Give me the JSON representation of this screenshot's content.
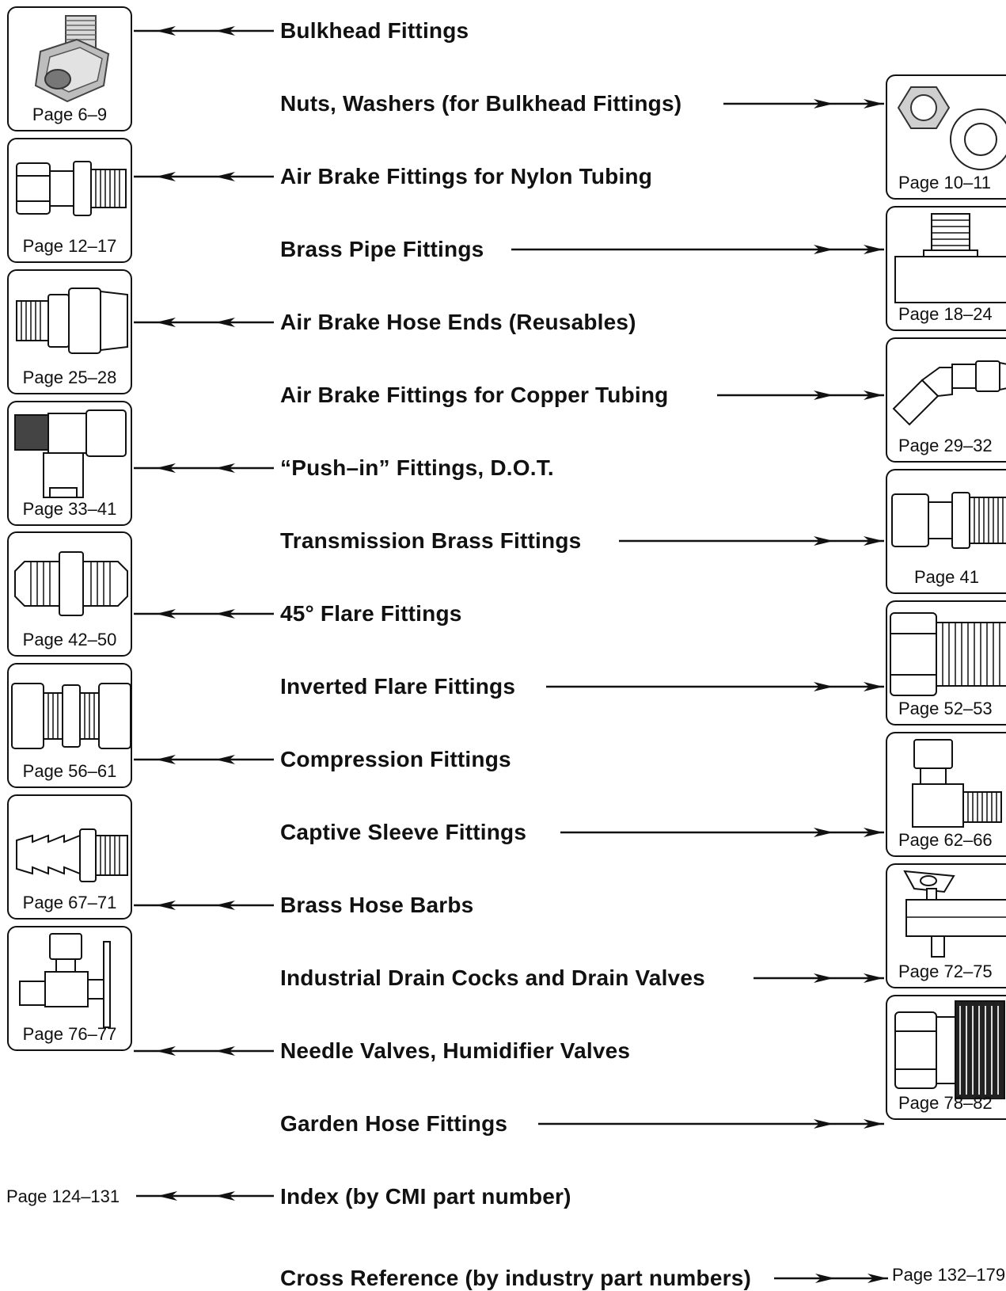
{
  "catalog_index": {
    "left_entries": [
      {
        "label": "Bulkhead Fittings",
        "page": "Page 6–9",
        "icon": "bulkhead-fitting-icon"
      },
      {
        "label": "Air Brake Fittings for Nylon Tubing",
        "page": "Page 12–17",
        "icon": "nylon-tubing-fitting-icon"
      },
      {
        "label": "Air Brake Hose Ends (Reusables)",
        "page": "Page 25–28",
        "icon": "hose-end-icon"
      },
      {
        "label": "“Push–in” Fittings, D.O.T.",
        "page": "Page 33–41",
        "icon": "push-in-fitting-icon"
      },
      {
        "label": "45° Flare Fittings",
        "page": "Page 42–50",
        "icon": "flare-fitting-icon"
      },
      {
        "label": "Compression Fittings",
        "page": "Page 56–61",
        "icon": "compression-fitting-icon"
      },
      {
        "label": "Brass Hose Barbs",
        "page": "Page 67–71",
        "icon": "hose-barb-icon"
      },
      {
        "label": "Needle Valves,  Humidifier Valves",
        "page": "Page 76–77",
        "icon": "needle-valve-icon"
      }
    ],
    "right_entries": [
      {
        "label": "Nuts, Washers (for Bulkhead Fittings)",
        "page": "Page 10–11",
        "icon": "nut-washer-icon"
      },
      {
        "label": "Brass Pipe Fittings",
        "page": "Page 18–24",
        "icon": "pipe-fitting-icon"
      },
      {
        "label": "Air Brake Fittings for Copper Tubing",
        "page": "Page 29–32",
        "icon": "copper-tubing-fitting-icon"
      },
      {
        "label": "Transmission Brass Fittings",
        "page": "Page 41",
        "icon": "transmission-fitting-icon"
      },
      {
        "label": "Inverted Flare Fittings",
        "page": "Page 52–53",
        "icon": "inverted-flare-fitting-icon"
      },
      {
        "label": "Captive Sleeve Fittings",
        "page": "Page 62–66",
        "icon": "captive-sleeve-fitting-icon"
      },
      {
        "label": "Industrial Drain Cocks and Drain Valves",
        "page": "Page 72–75",
        "icon": "drain-cock-icon"
      },
      {
        "label": "Garden Hose Fittings",
        "page": "Page 78–82",
        "icon": "garden-hose-fitting-icon"
      }
    ],
    "index": {
      "label": "Index (by CMI part number)",
      "page": "Page 124–131"
    },
    "cross_reference": {
      "label": "Cross Reference (by industry part numbers)",
      "page": "Page 132–179"
    }
  }
}
